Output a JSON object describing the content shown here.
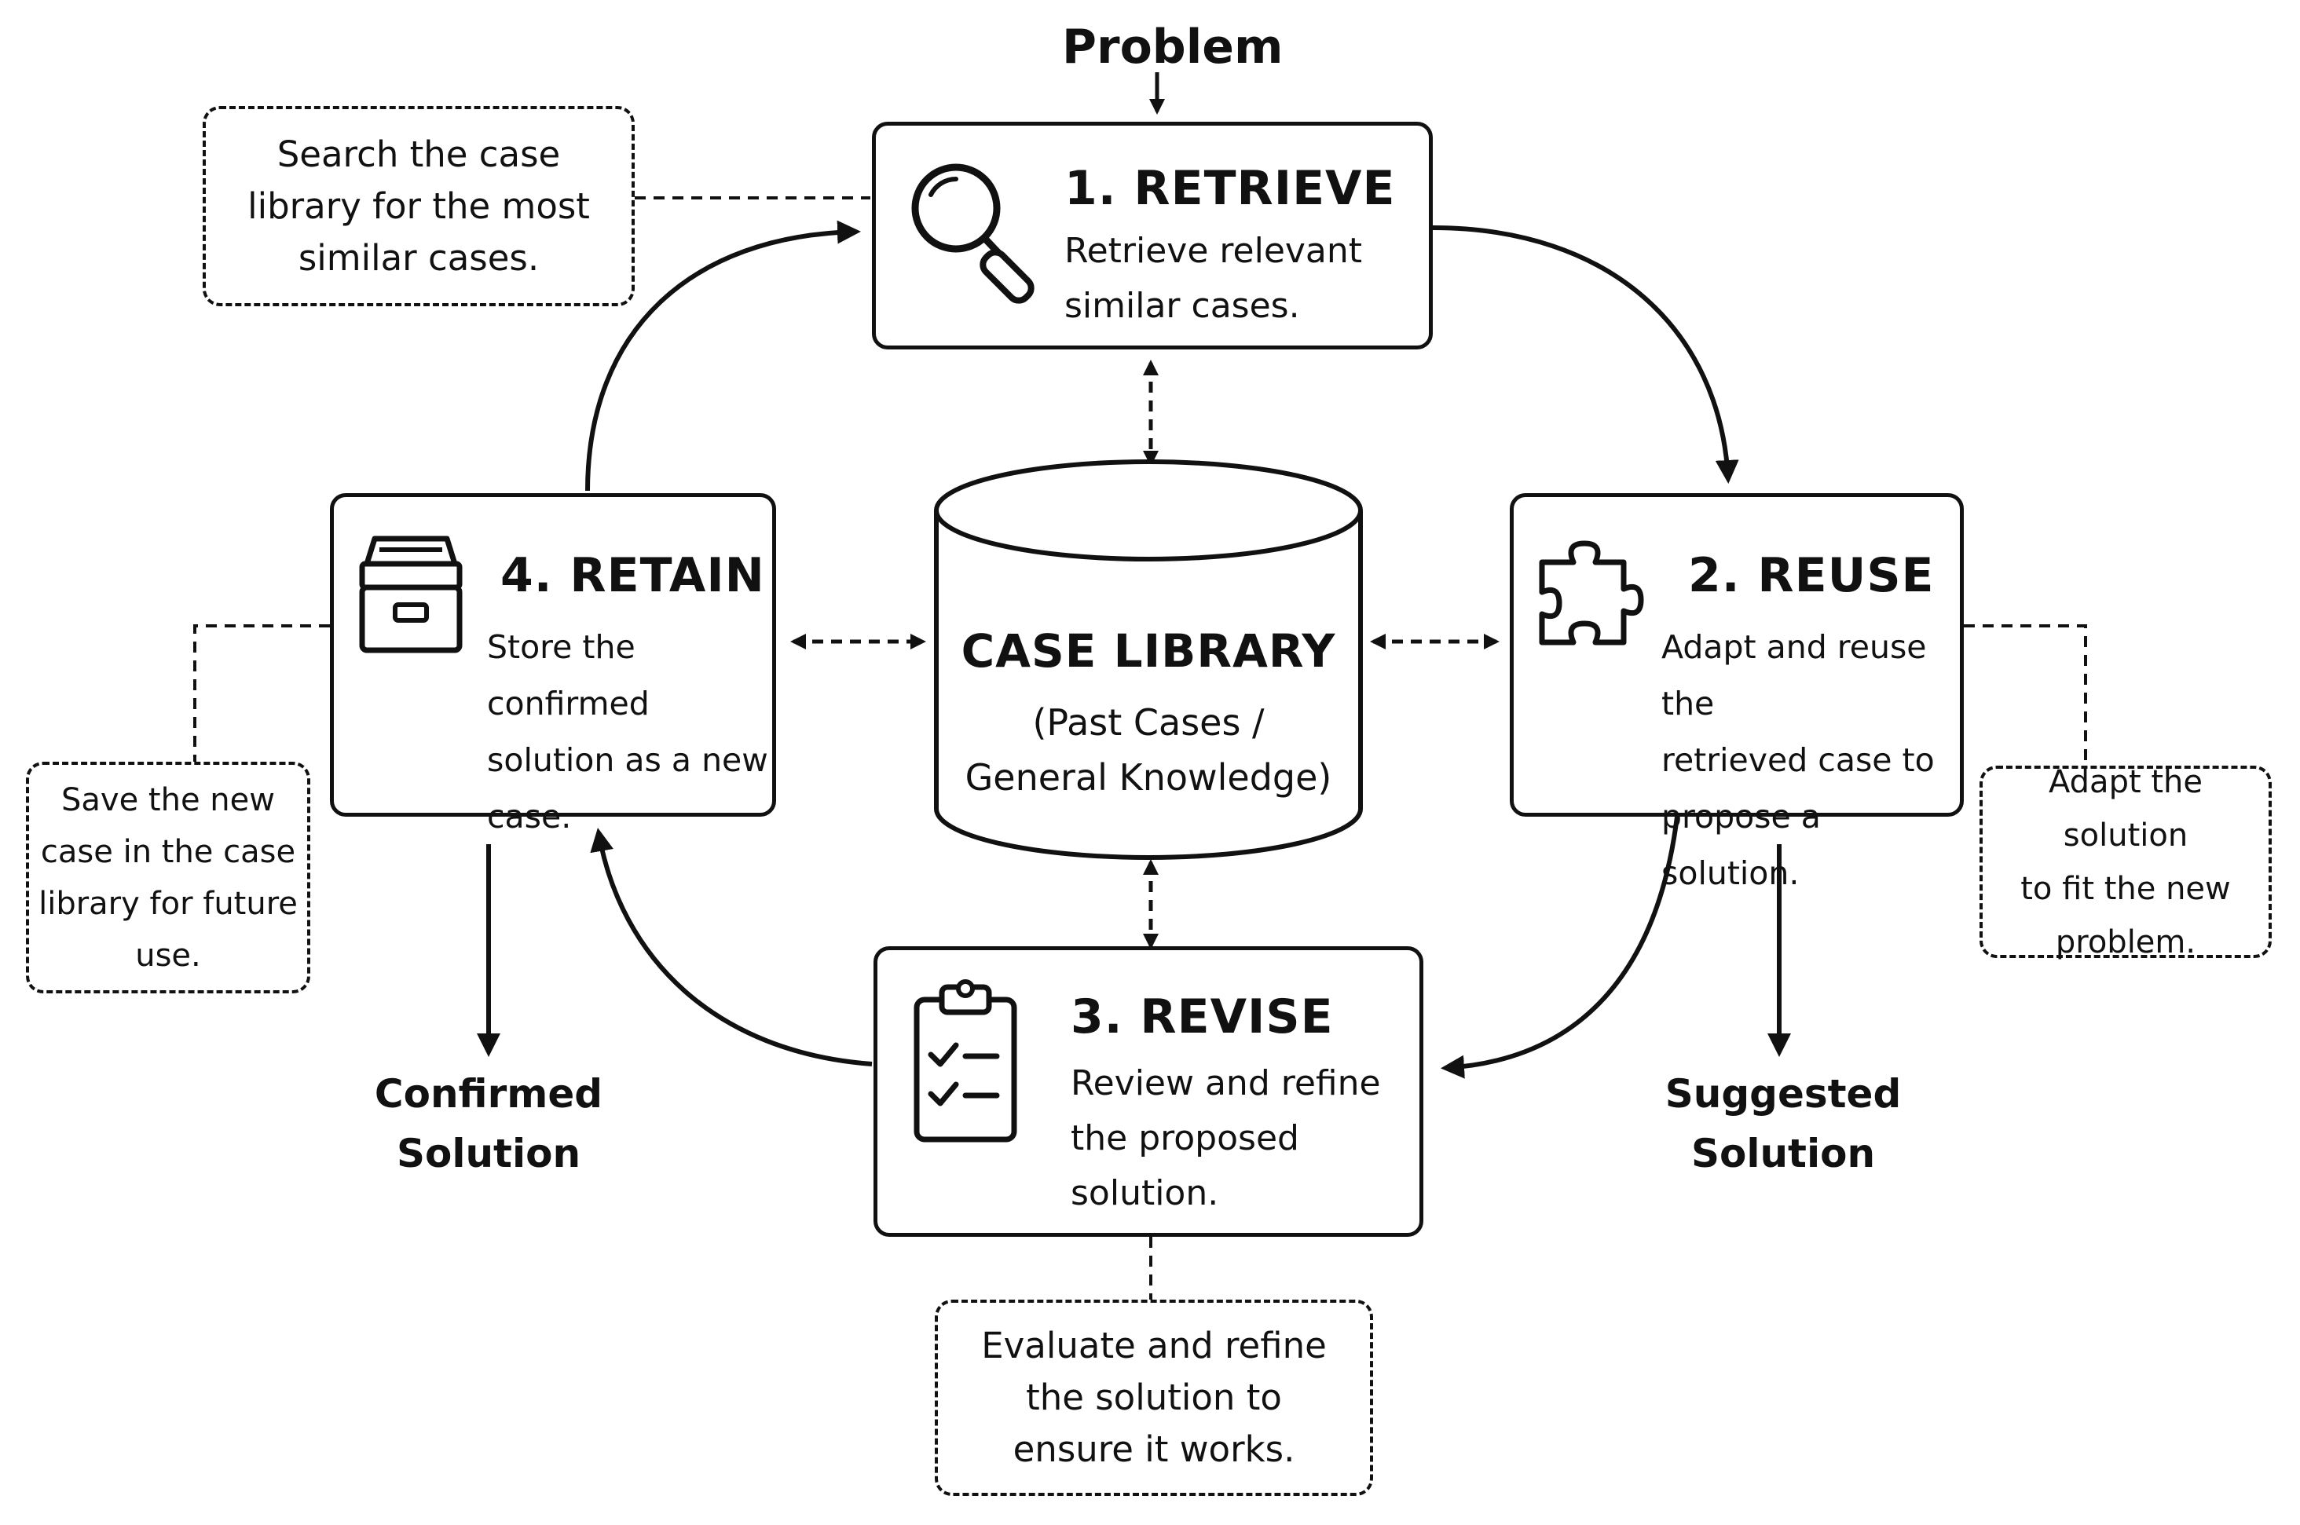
{
  "problem_label": "Problem",
  "library": {
    "title": "CASE LIBRARY",
    "subtitle_line1": "(Past Cases /",
    "subtitle_line2": "General Knowledge)"
  },
  "stages": {
    "retrieve": {
      "title": "1. RETRIEVE",
      "desc_line1": "Retrieve relevant",
      "desc_line2": "similar cases.",
      "icon": "magnifier-icon"
    },
    "reuse": {
      "title": "2. REUSE",
      "desc_line1": "Adapt and reuse the",
      "desc_line2": "retrieved case to",
      "desc_line3": "propose a solution.",
      "icon": "puzzle-piece-icon"
    },
    "revise": {
      "title": "3. REVISE",
      "desc_line1": "Review and refine",
      "desc_line2": "the proposed",
      "desc_line3": "solution.",
      "icon": "clipboard-checklist-icon"
    },
    "retain": {
      "title": "4. RETAIN",
      "desc_line1": "Store the confirmed",
      "desc_line2": "solution as a new",
      "desc_line3": "case.",
      "icon": "file-box-icon"
    }
  },
  "notes": {
    "retrieve": [
      "Search the case",
      "library for the most",
      "similar cases."
    ],
    "reuse": [
      "Adapt the solution",
      "to fit the new",
      "problem."
    ],
    "revise": [
      "Evaluate and refine",
      "the solution to",
      "ensure it works."
    ],
    "retain": [
      "Save the new",
      "case in the case",
      "library for future",
      "use."
    ]
  },
  "outputs": {
    "confirmed": [
      "Confirmed",
      "Solution"
    ],
    "suggested": [
      "Suggested",
      "Solution"
    ]
  },
  "colors": {
    "stroke": "#111111",
    "background": "#ffffff"
  }
}
